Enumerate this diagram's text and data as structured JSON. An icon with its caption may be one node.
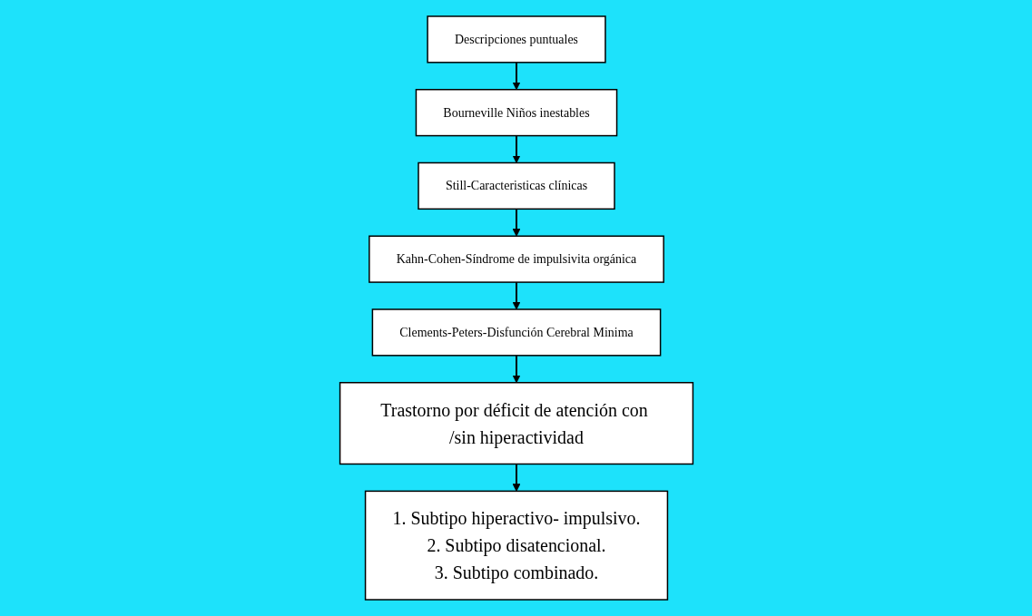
{
  "diagram": {
    "nodes": [
      {
        "text": [
          "Descripciones puntuales"
        ]
      },
      {
        "text": [
          "Bourneville Niños inestables"
        ]
      },
      {
        "text": [
          "Still-Caracteristicas clínicas"
        ]
      },
      {
        "text": [
          "Kahn-Cohen-Síndrome de impulsivita orgánica"
        ]
      },
      {
        "text": [
          "Clements-Peters-Disfunción Cerebral Minima"
        ]
      },
      {
        "text": [
          "Trastorno por déficit de atención con /sin hiperactividad"
        ]
      },
      {
        "text": [
          "1. Subtipo hiperactivo- impulsivo.",
          "2. Subtipo disatencional.",
          "3. Subtipo combinado."
        ]
      }
    ],
    "edges": [
      {
        "from": 0,
        "to": 1,
        "arrow": "to"
      },
      {
        "from": 1,
        "to": 2,
        "arrow": "to"
      },
      {
        "from": 2,
        "to": 3,
        "arrow": "to"
      },
      {
        "from": 3,
        "to": 4,
        "arrow": "to"
      },
      {
        "from": 4,
        "to": 5,
        "arrow": "to"
      },
      {
        "from": 5,
        "to": 6,
        "arrow": "to"
      }
    ]
  }
}
